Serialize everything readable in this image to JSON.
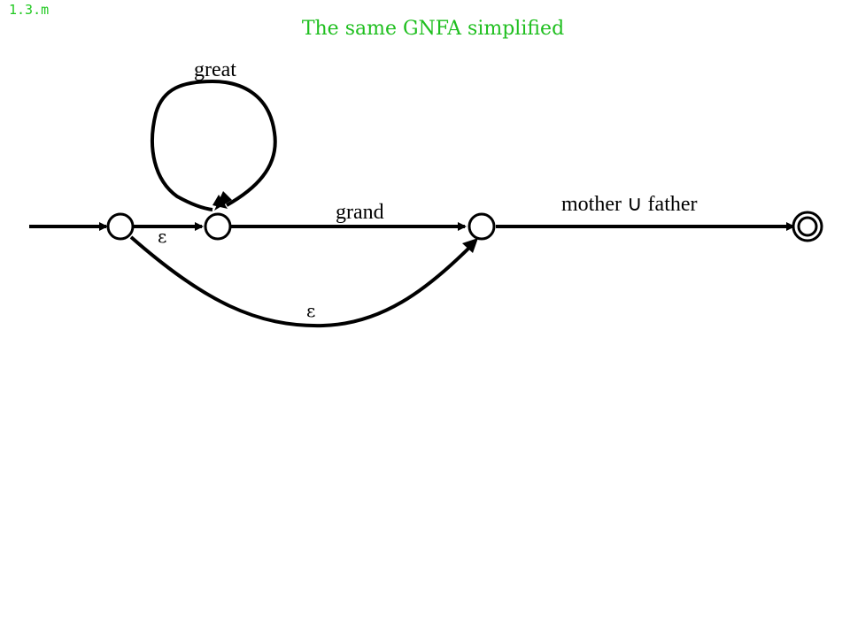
{
  "slide": {
    "number": "1.3.m",
    "title": "The same GNFA simplified"
  },
  "diagram": {
    "labels": {
      "loop": "great",
      "q1_to_q2": "grand",
      "q2_to_accept": "mother ∪ father",
      "start_to_q1": "ε",
      "start_to_q2": "ε"
    },
    "states": [
      "start",
      "q1",
      "q2",
      "accept"
    ],
    "accept_state": "accept"
  }
}
